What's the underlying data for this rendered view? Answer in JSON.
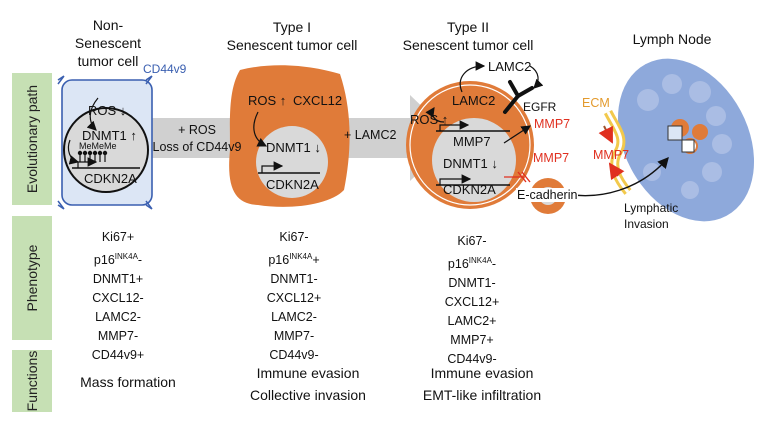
{
  "side_tabs": {
    "evolutionary_path": "Evolutionary path",
    "phenotype": "Phenotype",
    "functions": "Functions"
  },
  "headers": {
    "non_senescent": [
      "Non-",
      "Senescent",
      "tumor cell"
    ],
    "type1": [
      "Type I",
      "Senescent tumor cell"
    ],
    "type2": [
      "Type II",
      "Senescent tumor cell"
    ],
    "lymph_node": "Lymph Node"
  },
  "cell1": {
    "cd44v9": "CD44v9",
    "ros": "ROS",
    "dnmt1": "DNMT1",
    "meth": "MeMeMe",
    "cdkn2a": "CDKN2A"
  },
  "transition1": [
    "+ ROS",
    "Loss of CD44v9"
  ],
  "cell2": {
    "ros": "ROS",
    "cxcl12": "CXCL12",
    "dnmt1": "DNMT1",
    "cdkn2a": "CDKN2A"
  },
  "transition2": "+ LAMC2",
  "cell3": {
    "lamc2_out": "LAMC2",
    "lamc2_in": "LAMC2",
    "egfr": "EGFR",
    "ros": "ROS",
    "mmp7_gene": "MMP7",
    "mmp7_red": "MMP7",
    "dnmt1": "DNMT1",
    "cdkn2a": "CDKN2A",
    "mmp7_small": "MMP7",
    "ecadherin": "E-cadherin"
  },
  "lymph": {
    "ecm": "ECM",
    "mmp7": "MMP7",
    "invasion": [
      "Lymphatic",
      "Invasion"
    ]
  },
  "phenotypes": {
    "col1": [
      "Ki67+",
      "p16|INK4A|-",
      "DNMT1+",
      "CXCL12-",
      "LAMC2-",
      "MMP7-",
      "CD44v9+"
    ],
    "col2": [
      "Ki67-",
      "p16|INK4A|+",
      "DNMT1-",
      "CXCL12+",
      "LAMC2-",
      "MMP7-",
      "CD44v9-"
    ],
    "col3": [
      "Ki67-",
      "p16|INK4A|-",
      "DNMT1-",
      "CXCL12+",
      "LAMC2+",
      "MMP7+",
      "CD44v9-"
    ]
  },
  "functions": {
    "col1": [
      "Mass formation"
    ],
    "col2": [
      "Immune evasion",
      "Collective invasion"
    ],
    "col3": [
      "Immune evasion",
      "EMT-like infiltration"
    ]
  },
  "colors": {
    "side_tab": "#c6e0b4",
    "cell1_fill": "#dce6f5",
    "cell1_border": "#3a5fb0",
    "senescent_orange": "#e07b39",
    "nucleus_grey": "#d9d9d9",
    "arrow_grey": "#d0d0d0",
    "lymph_node_blue": "#8ea9db",
    "ecm_yellow": "#f2c94c",
    "mmp7_red": "#e03020"
  }
}
